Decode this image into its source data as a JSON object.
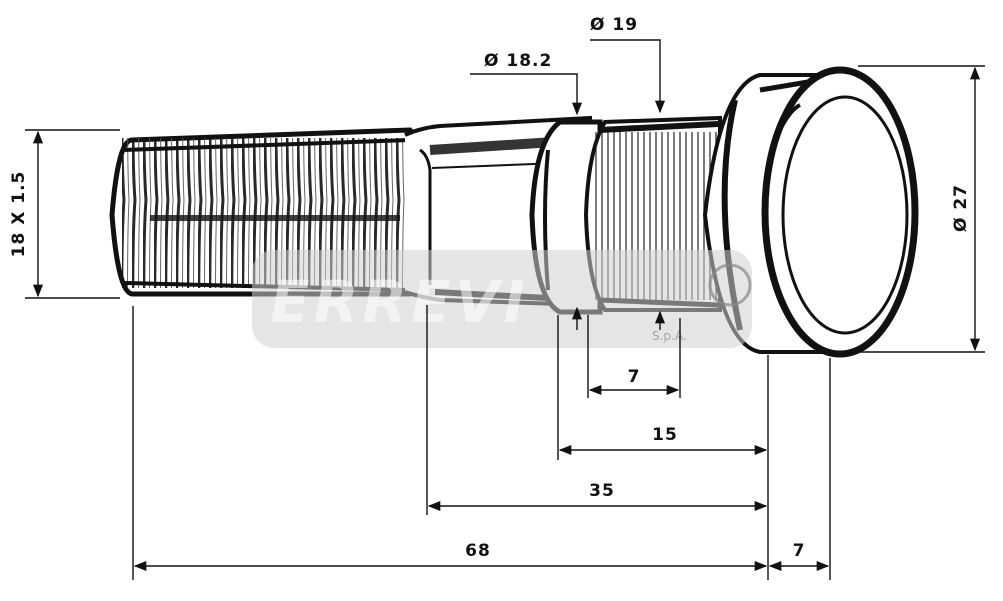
{
  "dimensions": {
    "thread": "18 X 1.5",
    "dia_19": "Ø 19",
    "dia_18_2": "Ø 18.2",
    "dia_27": "Ø 27",
    "len_knurl": "7",
    "len_15": "15",
    "len_35": "35",
    "len_68": "68",
    "len_head": "7"
  },
  "watermark": {
    "brand": "ERREVI",
    "suffix": "S.p.A."
  }
}
